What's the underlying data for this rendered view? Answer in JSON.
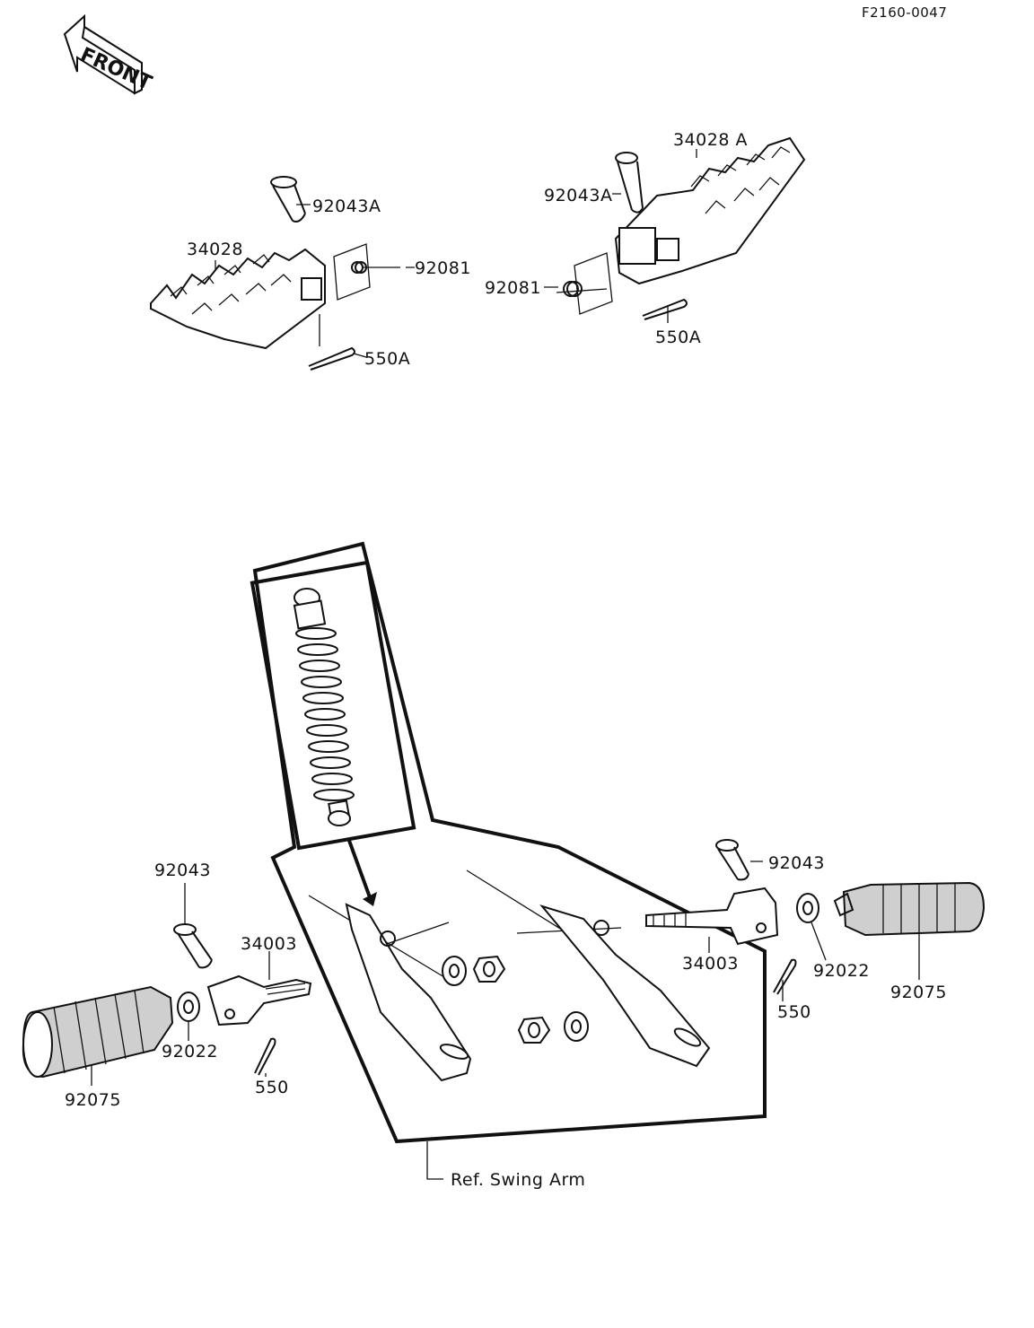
{
  "figure_code": "F2160-0047",
  "front_label": "FRONT",
  "callouts": {
    "left_peg_pin": "92043A",
    "left_peg": "34028",
    "left_peg_spring": "92081",
    "left_peg_cotter": "550A",
    "right_peg_peg": "34028 A",
    "right_peg_pin": "92043A",
    "right_peg_spring": "92081",
    "right_peg_cotter": "550A",
    "left_pin": "92043",
    "left_bracket": "34003",
    "left_washer": "92022",
    "left_cotter": "550",
    "left_rubber": "92075",
    "right_pin": "92043",
    "right_bracket": "34003",
    "right_washer": "92022",
    "right_cotter": "550",
    "right_rubber": "92075"
  },
  "reference_note": "Ref. Swing Arm"
}
